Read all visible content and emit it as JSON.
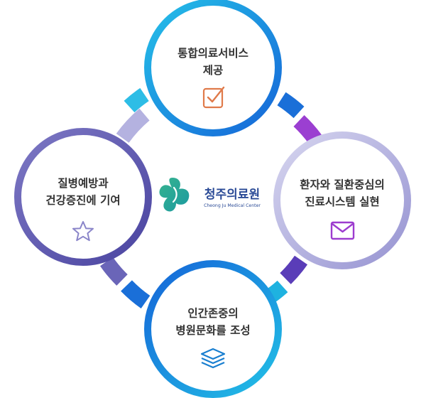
{
  "logo": {
    "name": "청주의료원",
    "subtitle": "Cheong Ju Medical Center",
    "colors": {
      "green": "#2fae95",
      "teal": "#1aa39b",
      "navy": "#2a4a96"
    }
  },
  "nodes": {
    "top": {
      "line1": "통합의료서비스",
      "line2": "제공",
      "icon": "checkbox-icon",
      "icon_color": "#e07a4a"
    },
    "right": {
      "line1": "환자와 질환중심의",
      "line2": "진료시스템 실현",
      "icon": "envelope-icon",
      "icon_color": "#9d3ccf"
    },
    "bottom": {
      "line1": "인간존중의",
      "line2": "병원문화를 조성",
      "icon": "layers-icon",
      "icon_color": "#1a7fd0"
    },
    "left": {
      "line1": "질병예방과",
      "line2": "건강증진에 기여",
      "icon": "star-icon",
      "icon_color": "#8a85c9"
    }
  },
  "colors": {
    "top_ring": "#1c9fe0",
    "right_ring": "#b9b7e2",
    "bottom_ring": "#1aa6df",
    "left_ring": "#5f58ae"
  }
}
